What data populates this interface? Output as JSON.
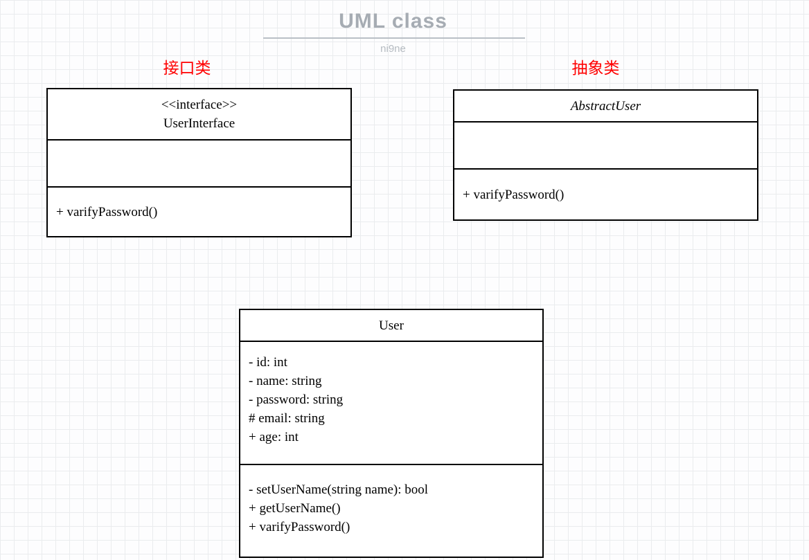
{
  "title": "UML class",
  "subtitle": "ni9ne",
  "labels": {
    "interface_zone": "接口类",
    "abstract_zone": "抽象类"
  },
  "colors": {
    "annotation_red": "#ff0000",
    "title_gray": "#a6acb3",
    "box_border": "#000000",
    "grid_line": "#eaecee"
  },
  "classes": {
    "user_interface": {
      "stereotype": "<<interface>>",
      "name": "UserInterface",
      "attributes": [],
      "methods": [
        "+ varifyPassword()"
      ]
    },
    "abstract_user": {
      "name": "AbstractUser",
      "attributes": [],
      "methods": [
        "+ varifyPassword()"
      ]
    },
    "user": {
      "name": "User",
      "attributes": [
        "- id: int",
        "- name: string",
        "- password: string",
        "# email: string",
        "+ age: int"
      ],
      "methods": [
        "- setUserName(string name): bool",
        "+ getUserName()",
        "+ varifyPassword()"
      ]
    }
  }
}
